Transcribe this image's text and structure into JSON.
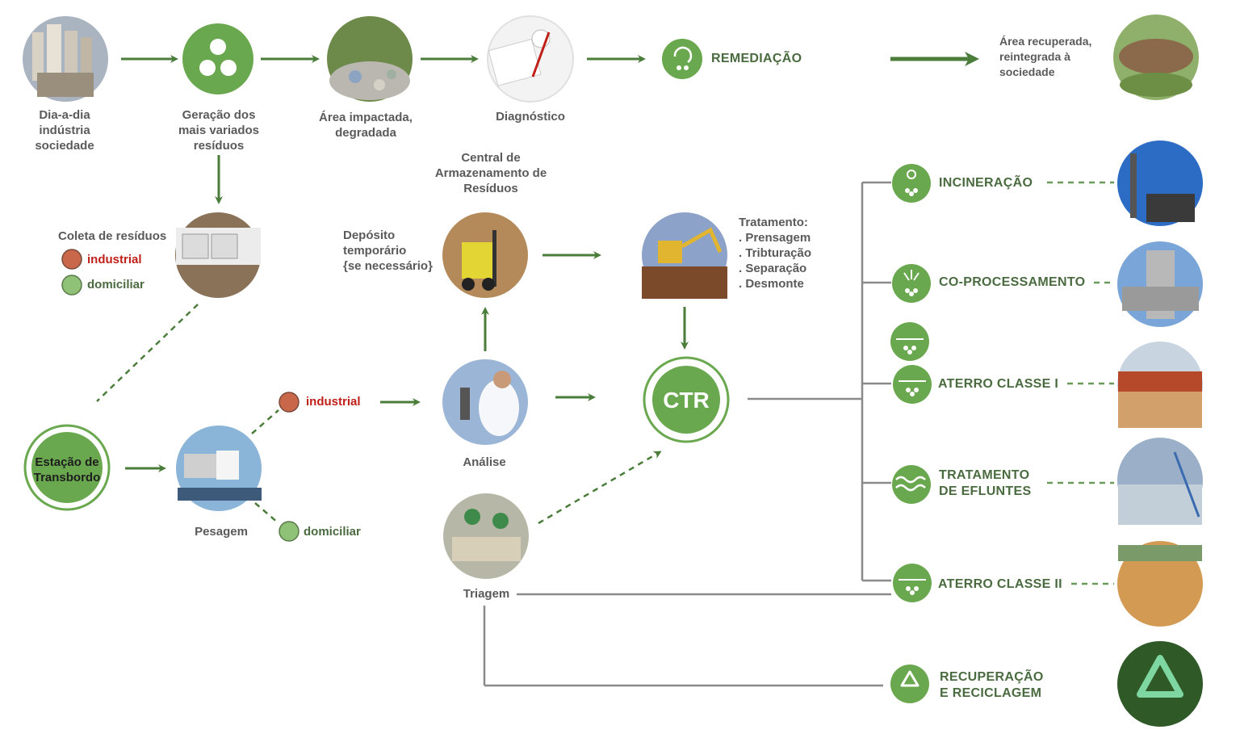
{
  "colors": {
    "green": "#6aa84f",
    "arrow": "#4a7d3a",
    "line": "#8a8a8a",
    "industrial_dot": "#c8674a",
    "domiciliar_dot": "#8fc276",
    "red_text": "#c0201a"
  },
  "top_row": {
    "dia_a_dia": "Dia-a-dia\nindústria\nsociedade",
    "geracao": "Geração dos\nmais variados\nresíduos",
    "area_impactada": "Área impactada,\ndegradada",
    "diagnostico": "Diagnóstico",
    "remediacao": "REMEDIAÇÃO",
    "area_recuperada": "Área recuperada,\nreintegrada à\nsociedade"
  },
  "coleta": {
    "title": "Coleta de resíduos",
    "industrial": "industrial",
    "domiciliar": "domiciliar"
  },
  "estacao": "Estação de\nTransbordo",
  "pesagem": {
    "label": "Pesagem",
    "industrial": "industrial",
    "domiciliar": "domiciliar"
  },
  "central": "Central de\nArmazenamento de\nResíduos",
  "deposito": "Depósito\ntemporário\n{se necessário}",
  "tratamento": "Tratamento:\n. Prensagem\n. Tribturação\n. Separação\n. Desmonte",
  "analise": "Análise",
  "triagem": "Triagem",
  "ctr": "CTR",
  "outputs": {
    "incineracao": "INCINERAÇÃO",
    "coprocessamento": "CO-PROCESSAMENTO",
    "aterro1": "ATERRO CLASSE I",
    "efluentes": "TRATAMENTO\nDE EFLUNTES",
    "aterro2": "ATERRO CLASSE II",
    "reciclagem": "RECUPERAÇÃO\nE RECICLAGEM"
  }
}
